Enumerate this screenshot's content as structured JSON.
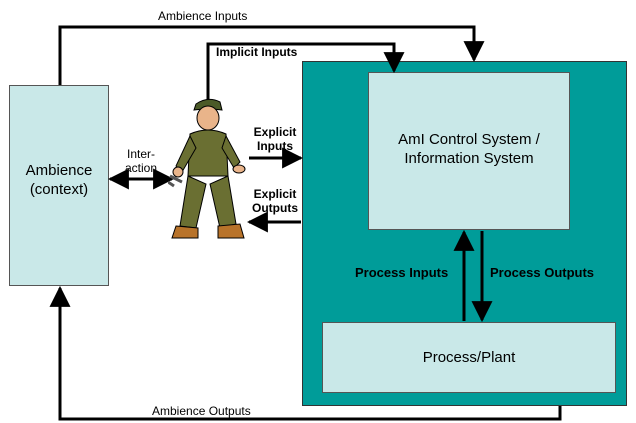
{
  "colors": {
    "panel_bg": "#c9e8e8",
    "system_bg": "#009c99",
    "line": "#000000",
    "box_border": "#555555"
  },
  "boxes": {
    "ambience": {
      "line1": "Ambience",
      "line2": "(context)"
    },
    "control_system": {
      "line1": "AmI Control System /",
      "line2": "Information System"
    },
    "process_plant": {
      "label": "Process/Plant"
    }
  },
  "flows": {
    "ambience_inputs": "Ambience Inputs",
    "implicit_inputs": "Implicit Inputs",
    "interaction_line1": "Inter-",
    "interaction_line2": "action",
    "explicit_inputs_line1": "Explicit",
    "explicit_inputs_line2": "Inputs",
    "explicit_outputs_line1": "Explicit",
    "explicit_outputs_line2": "Outputs",
    "process_inputs": "Process Inputs",
    "process_outputs": "Process Outputs",
    "ambience_outputs": "Ambience Outputs"
  },
  "figures": {
    "worker": "worker-clipart"
  }
}
